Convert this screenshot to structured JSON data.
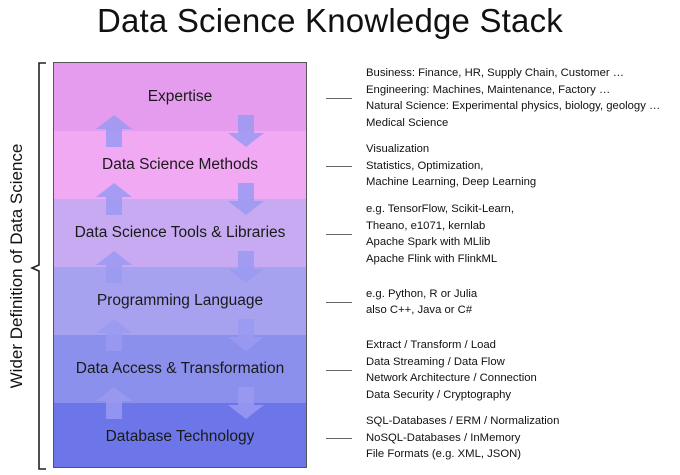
{
  "title": "Data Science Knowledge Stack",
  "side_label": "Wider Definition of Data Science",
  "colors": {
    "layers": [
      "#e59cee",
      "#f2a9f4",
      "#c7aaf2",
      "#a7a2f0",
      "#8a90ec",
      "#6c76e8"
    ],
    "arrow": "#9a9af2"
  },
  "layers": [
    {
      "label": "Expertise",
      "description": [
        "Business: Finance, HR, Supply Chain, Customer …",
        "Engineering: Machines, Maintenance, Factory …",
        "Natural Science: Experimental physics, biology, geology …",
        "Medical Science"
      ]
    },
    {
      "label": "Data Science Methods",
      "description": [
        "Visualization",
        "Statistics, Optimization,",
        "Machine Learning, Deep Learning"
      ]
    },
    {
      "label": "Data Science Tools & Libraries",
      "description": [
        "e.g. TensorFlow, Scikit-Learn,",
        "Theano, e1071, kernlab",
        "Apache Spark with MLlib",
        "Apache Flink with FlinkML"
      ]
    },
    {
      "label": "Programming Language",
      "description": [
        "e.g. Python, R or Julia",
        "also C++, Java or C#"
      ]
    },
    {
      "label": "Data Access & Transformation",
      "description": [
        "Extract / Transform / Load",
        "Data Streaming / Data Flow",
        "Network Architecture / Connection",
        "Data Security / Cryptography"
      ]
    },
    {
      "label": "Database Technology",
      "description": [
        "SQL-Databases / ERM / Normalization",
        "NoSQL-Databases / InMemory",
        "File Formats (e.g. XML, JSON)"
      ]
    }
  ]
}
